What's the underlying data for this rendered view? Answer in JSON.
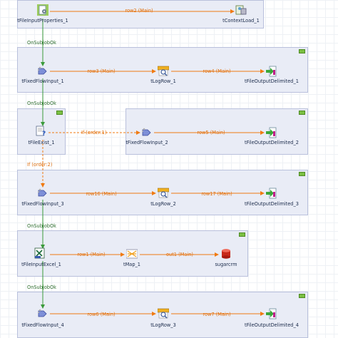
{
  "components": {
    "tFileInputProperties_1": "tFileInputProperties_1",
    "tContextLoad_1": "tContextLoad_1",
    "tFixedFlowInput_1": "tFixedFlowInput_1",
    "tLogRow_1": "tLogRow_1",
    "tFileOutputDelimited_1": "tFileOutputDelimited_1",
    "tFileExist_1": "tFileExist_1",
    "tFixedFlowInput_2": "tFixedFlowInput_2",
    "tFileOutputDelimited_2": "tFileOutputDelimited_2",
    "tFixedFlowInput_3": "tFixedFlowInput_3",
    "tLogRow_2": "tLogRow_2",
    "tFileOutputDelimited_3": "tFileOutputDelimited_3",
    "tFileInputExcel_1": "tFileInputExcel_1",
    "tMap_1": "tMap_1",
    "sugarcrm": "sugarcrm",
    "tFixedFlowInput_4": "tFixedFlowInput_4",
    "tLogRow_3": "tLogRow_3",
    "tFileOutputDelimited_4": "tFileOutputDelimited_4"
  },
  "flows": {
    "row2": "row2 (Main)",
    "row3": "row3 (Main)",
    "row4": "row4 (Main)",
    "row5": "row5 (Main)",
    "row16": "row16 (Main)",
    "row17": "row17 (Main)",
    "row1": "row1 (Main)",
    "out1": "out1 (Main)",
    "row6": "row6 (Main)",
    "row7": "row7 (Main)"
  },
  "triggers": {
    "onsubjob_1": "OnSubjobOk",
    "onsubjob_2": "OnSubjobOk",
    "onsubjob_3": "OnSubjobOk",
    "onsubjob_4": "OnSubjobOk",
    "if_order1": "If (order:1)",
    "if_order2": "If (order:2)"
  },
  "colors": {
    "canvas": "#ffffff",
    "subjob_bg": "#e9ecf6",
    "main_flow": "#f07a12",
    "onsubjob_link": "#3a9a3a",
    "if_link": "#f07a12",
    "label_text": "#1a2a4a"
  }
}
